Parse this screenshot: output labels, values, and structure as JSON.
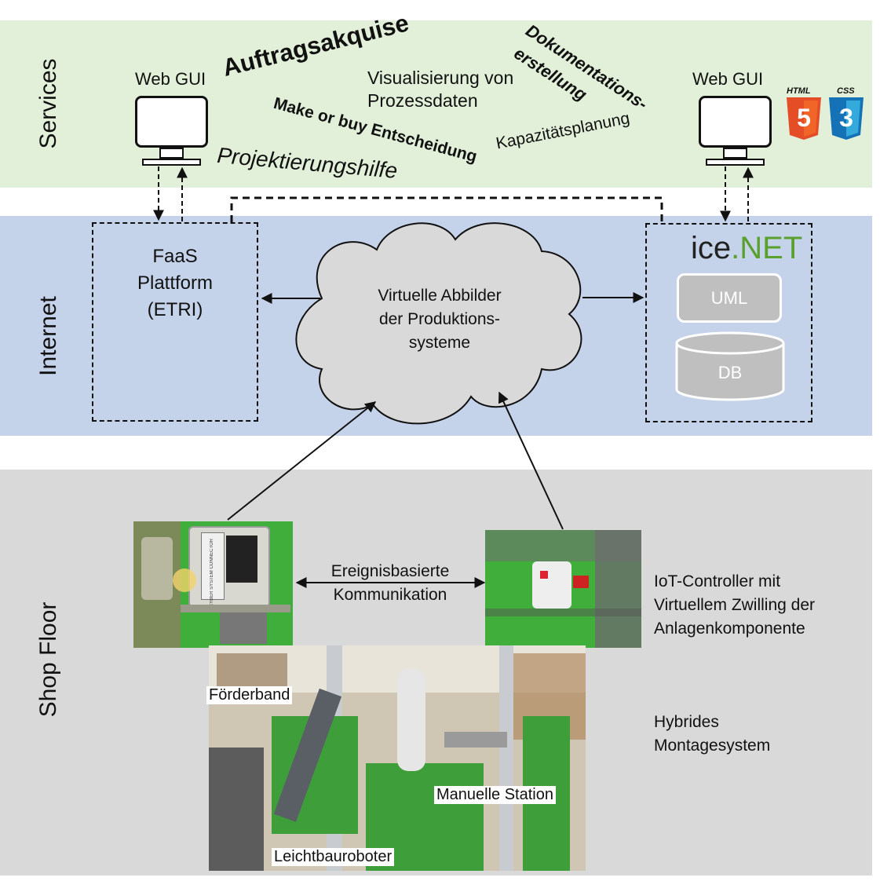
{
  "services": {
    "band_label": "Services",
    "web_gui_left": "Web GUI",
    "web_gui_right": "Web GUI",
    "words": {
      "auftrag": "Auftragsakquise",
      "visual_1": "Visualisierung von",
      "visual_2": "Prozessdaten",
      "doku_1": "Dokumentations-",
      "doku_2": "erstellung",
      "make_buy": "Make or buy Entscheidung",
      "kapazitaet": "Kapazitätsplanung",
      "projekt": "Projektierungshilfe"
    },
    "logos": {
      "html": "HTML",
      "html_num": "5",
      "css": "CSS",
      "css_num": "3"
    }
  },
  "internet": {
    "band_label": "Internet",
    "faas": [
      "FaaS",
      "Plattform",
      "(ETRI)"
    ],
    "cloud": [
      "Virtuelle Abbilder",
      "der Produktions-",
      "systeme"
    ],
    "icenet_ice": "ice",
    "icenet_net": ".NET",
    "uml": "UML",
    "db": "DB"
  },
  "shopfloor": {
    "band_label": "Shop Floor",
    "event_comm": [
      "Ereignisbasierte",
      "Kommunikation"
    ],
    "iot_caption": [
      "IoT-Controller mit",
      "Virtuellem Zwilling der",
      "Anlagenkomponente"
    ],
    "hybrid_caption": [
      "Hybrides",
      "Montagesystem"
    ],
    "photo_labels": {
      "foerderband": "Förderband",
      "manuelle": "Manuelle Station",
      "leichtbau": "Leichtbauroboter"
    },
    "connector_text": "CYBER SYSTEM CONNECTOR"
  },
  "colors": {
    "services_bg": "#e2f0d9",
    "internet_bg": "#c5d3ea",
    "shopfloor_bg": "#d9d9d9",
    "cloud_fill": "#d9d9d9",
    "icenet_green": "#5aa02c",
    "grey_box": "#bfbfbf",
    "html_orange": "#e44d26",
    "css_blue": "#1572b6",
    "photo_green": "#3fae3a"
  }
}
